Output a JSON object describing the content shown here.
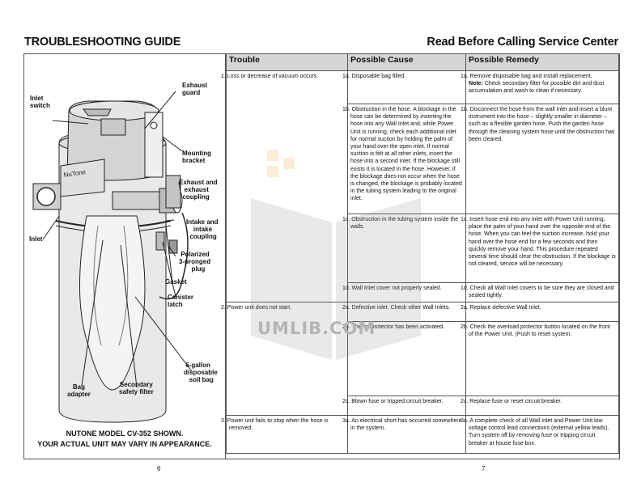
{
  "header": {
    "left_title": "TROUBLESHOOTING GUIDE",
    "right_title": "Read Before Calling Service Center"
  },
  "illustration": {
    "labels": {
      "exhaust_guard": "Exhaust\nguard",
      "inlet_switch": "Inlet\nswitch",
      "mounting_bracket": "Mounting\nbracket",
      "exhaust_coupling": "Exhaust and\nexhaust\ncoupling",
      "intake_coupling": "Intake and\nintake\ncoupling",
      "inlet": "Inlet",
      "plug": "Polarized\n3-pronged\nplug",
      "gasket": "Gasket",
      "canister_latch": "Canister\nlatch",
      "soil_bag": "6-gallon\ndisposable\nsoil bag",
      "bag_adapter": "Bag\nadapter",
      "secondary_filter": "Secondary\nsafety filter"
    },
    "brand_text": "NuTone",
    "caption_line1": "NUTONE MODEL CV-352 SHOWN.",
    "caption_line2": "YOUR ACTUAL UNIT MAY VARY IN APPEARANCE."
  },
  "table": {
    "headers": [
      "Trouble",
      "Possible Cause",
      "Possible Remedy"
    ],
    "trouble1": "1. Loss or decrease of vacuum occurs.",
    "trouble2": "2. Power unit does not start.",
    "trouble3": "3. Power unit fails to stop when the hose is removed.",
    "cause_1a": "1a. Disposable bag filled.",
    "remedy_1a": "1a. Remove disposable bag and install replacement.",
    "note_label": "Note:",
    "note_text": "Check secondary filter for possible dirt and dust accumulation and wash to clean if necessary.",
    "cause_1b": "1b. Obstruction in the hose. A blockage in the hose can be determined by inserting the hose into any Wall Inlet and, while Power Unit is running, check each additional inlet for normal suction by holding the palm of your hand over the open inlet. If normal suction is felt at all other inlets, insert the hose into a second inlet. If the blockage still exists it is located in the hose. However, if the blockage does not occur when the hose is changed, the blockage is probably located in the tubing system leading to the original inlet.",
    "remedy_1b": "1b. Disconnect the hose from the wall inlet and insert a blunt instrument into the hose – slightly smaller in diameter – such as a flexible garden hose. Push the garden hose through the cleaning system hose until the obstruction has been cleared.",
    "cause_1c": "1c. Obstruction in the tubing system inside the walls.",
    "remedy_1c": "1c. Insert hose end into any inlet with Power Unit running, place the palm of your hand over the opposite end of the hose. When you can feel the suction increase, hold your hand over the hose end for a few seconds and then quickly remove your hand. This procedure repeated several time should clear the obstruction. If the blockage is not cleared, service will be necessary.",
    "cause_1d": "1d. Wall Inlet cover not properly sealed.",
    "remedy_1d": "1d. Check all Wall Inlet covers to be sure they are closed and sealed tightly.",
    "cause_2a": "2a. Defective inlet. Check other Wall Inlets.",
    "remedy_2a": "2a. Replace defective Wall Inlet.",
    "cause_2b": "2b. Thermoprotector has been activated.",
    "remedy_2b": "2b. Check the overload protector button located on the front of the Power Unit. (Push to reset system.",
    "cause_2c": "2c. Blown fuse or tripped circuit breaker.",
    "remedy_2c": "2c. Replace fuse or reset circuit breaker.",
    "cause_3a": "3a. An electrical short has occurred somewhere in the system.",
    "remedy_3a": "3a. A complete check of all Wall Inlet and Power Unit low voltage control lead connections (external yellow leads). Turn system off by removing fuse or tripping circuit breaker at house fuse box."
  },
  "page_numbers": {
    "left": "6",
    "right": "7"
  },
  "watermark": "UMLIB.COM"
}
